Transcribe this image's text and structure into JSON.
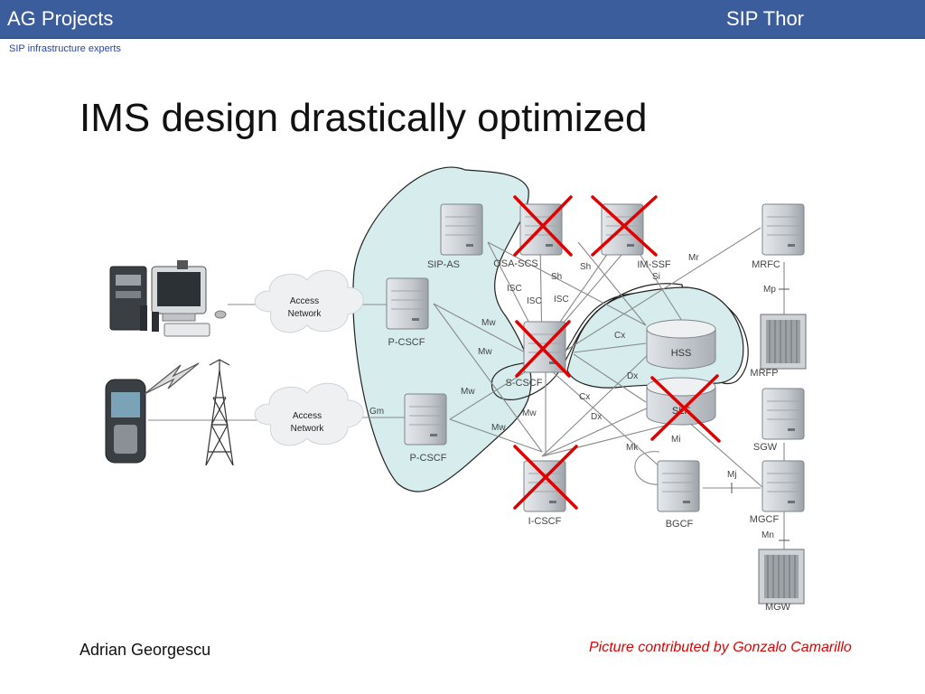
{
  "header": {
    "brand": "AG Projects",
    "product": "SIP Thor",
    "tagline": "SIP infrastructure experts",
    "color": "#3c5d9c"
  },
  "slide": {
    "title": "IMS design drastically optimized",
    "author": "Adrian Georgescu",
    "credit": "Picture contributed by Gonzalo Camarillo"
  },
  "diagram": {
    "nodes": {
      "sip_as": "SIP-AS",
      "osa_scs": "OSA-SCS",
      "im_ssf": "IM-SSF",
      "p_cscf_1": "P-CSCF",
      "p_cscf_2": "P-CSCF",
      "s_cscf": "S-CSCF",
      "i_cscf": "I-CSCF",
      "hss": "HSS",
      "slf": "SLF",
      "mrfc": "MRFC",
      "mrfp": "MRFP",
      "sgw": "SGW",
      "mgcf": "MGCF",
      "mgw": "MGW",
      "bgcf": "BGCF"
    },
    "clouds": {
      "access_network_1": [
        "Access",
        "Network"
      ],
      "access_network_2": [
        "Access",
        "Network"
      ]
    },
    "interfaces": {
      "sh1": "Sh",
      "sh2": "Sh",
      "si": "Si",
      "mr": "Mr",
      "mp": "Mp",
      "isc1": "ISC",
      "isc2": "ISC",
      "isc3": "ISC",
      "mw1": "Mw",
      "mw2": "Mw",
      "mw3": "Mw",
      "mw4": "Mw",
      "mw5": "Mw",
      "cx1": "Cx",
      "cx2": "Cx",
      "dx1": "Dx",
      "dx2": "Dx",
      "gm": "Gm",
      "mk": "Mk",
      "mi": "Mi",
      "mj": "Mj",
      "mn": "Mn"
    },
    "colors": {
      "highlight_fill": "#d7ecec",
      "cross": "#e00000",
      "server": "#c8ccd0",
      "line": "#8a8a8a"
    }
  }
}
